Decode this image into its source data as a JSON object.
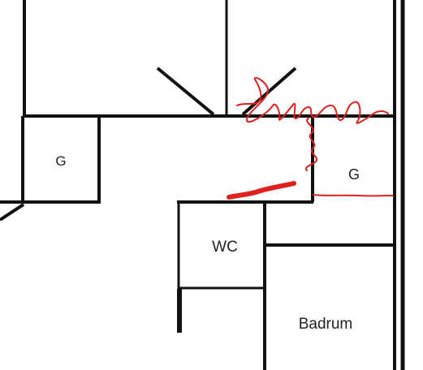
{
  "plan": {
    "wall_color": "#111111",
    "markup_color": "#e0201c",
    "rooms": [
      {
        "id": "closet-left",
        "label": "G"
      },
      {
        "id": "closet-right",
        "label": "G"
      },
      {
        "id": "wc",
        "label": "WC"
      },
      {
        "id": "bathroom",
        "label": "Badrum"
      }
    ]
  }
}
